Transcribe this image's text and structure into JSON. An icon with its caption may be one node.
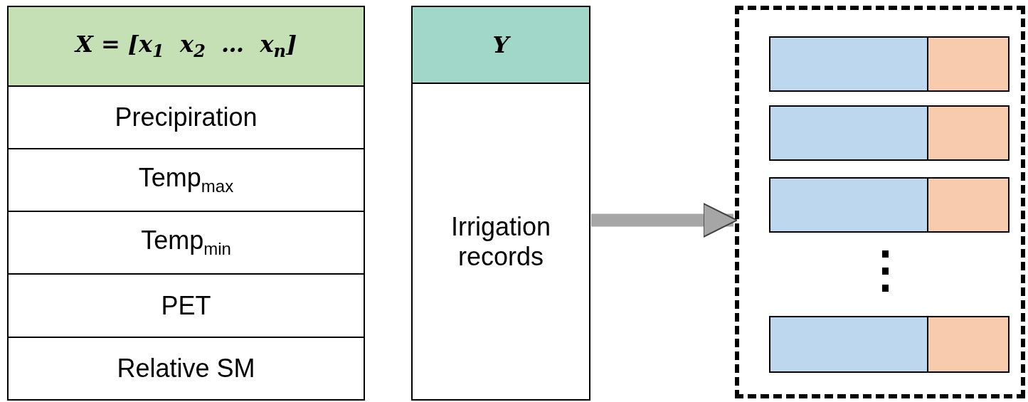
{
  "diagram": {
    "nodes": [
      {
        "text": [
          "X = [x$_{1}$  x$_{2}$  …  x$_{n}$]"
        ]
      },
      {
        "text": [
          "Precipiration"
        ]
      },
      {
        "text": [
          "Temp$_{max}$"
        ]
      },
      {
        "text": [
          "Temp$_{min}$"
        ]
      },
      {
        "text": [
          "PET"
        ]
      },
      {
        "text": [
          "Relative SM"
        ]
      },
      {
        "text": [
          "Y"
        ]
      },
      {
        "text": [
          "Irrigation records"
        ]
      },
      {
        "text": [],
        "shape": "box"
      },
      {
        "text": [],
        "shape": "bar",
        "in": 8
      },
      {
        "text": [],
        "shape": "bar",
        "in": 8
      },
      {
        "text": [],
        "shape": "bar",
        "in": 8
      },
      {
        "text": [],
        "shape": "bar",
        "in": 8
      },
      {
        "text": [],
        "shape": "bar",
        "in": 8
      },
      {
        "text": [],
        "shape": "bar",
        "in": 8
      },
      {
        "text": [],
        "shape": "bar",
        "in": 8
      },
      {
        "text": [],
        "shape": "bar",
        "in": 8
      }
    ],
    "edges": [
      {
        "from": 7,
        "to": 8,
        "arrow": "to"
      }
    ]
  }
}
